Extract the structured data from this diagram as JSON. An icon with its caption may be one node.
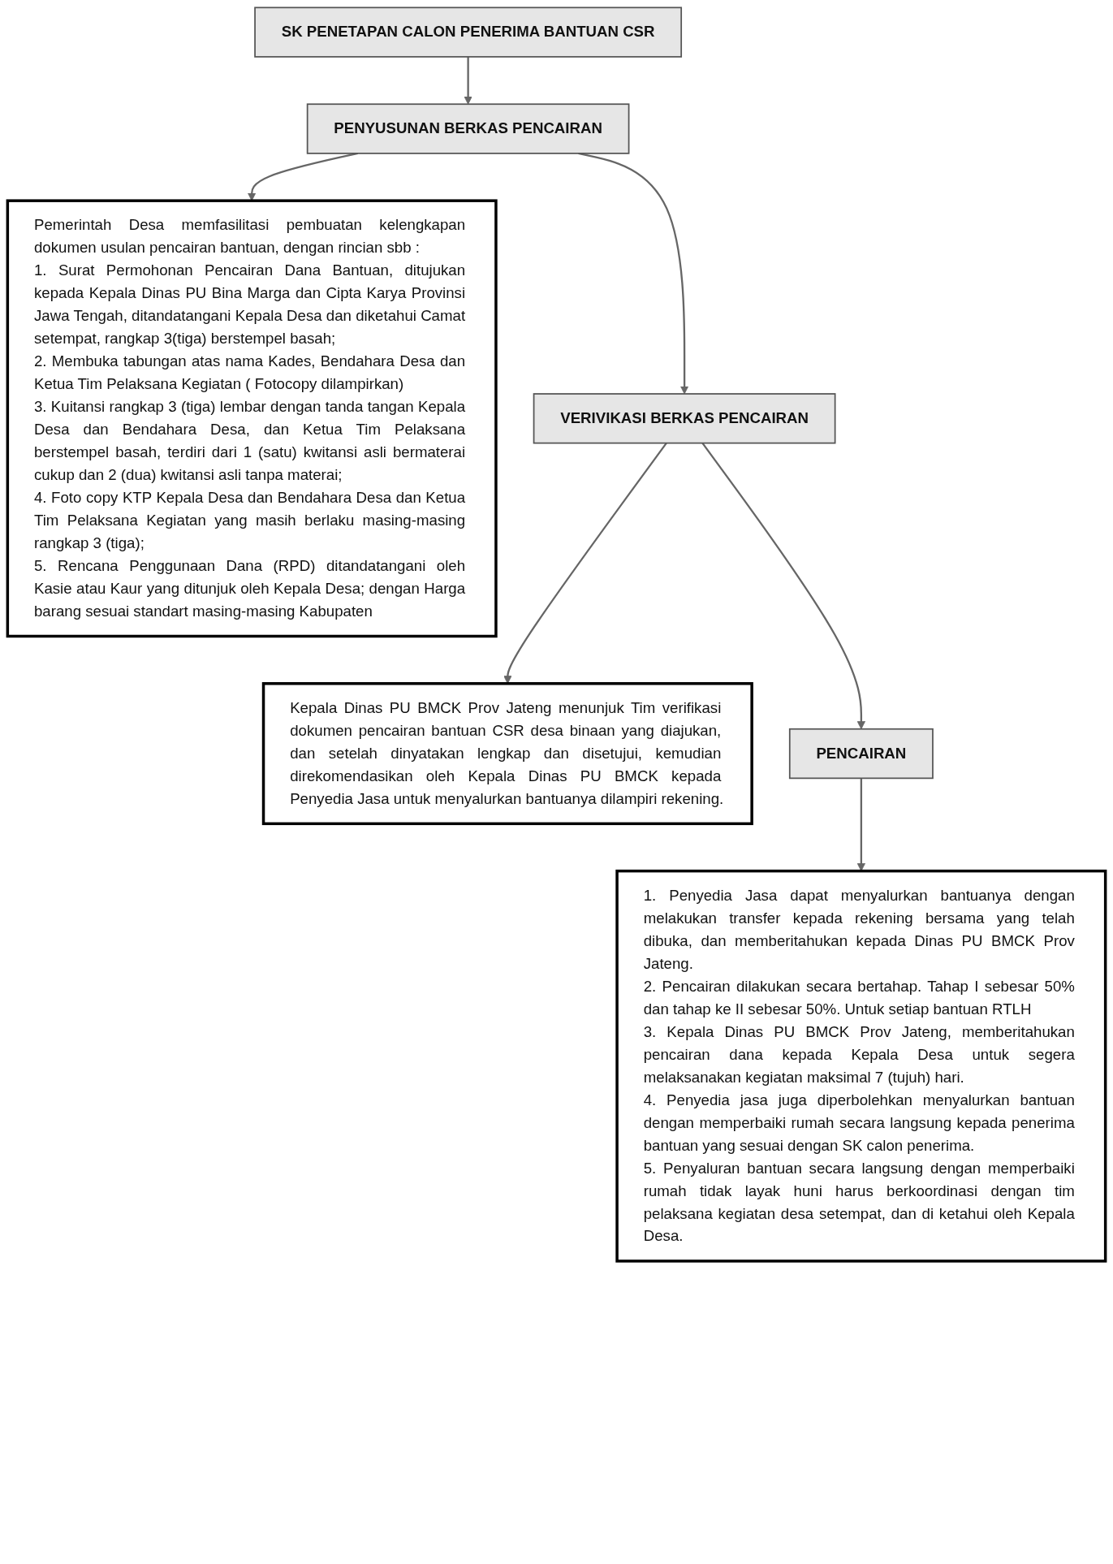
{
  "diagram": {
    "nodes": [
      {
        "text": [
          "SK PENETAPAN CALON PENERIMA BANTUAN CSR"
        ]
      },
      {
        "text": [
          "PENYUSUNAN BERKAS PENCAIRAN"
        ]
      },
      {
        "text": [
          "Pemerintah Desa memfasilitasi pembuatan kelengkapan dokumen usulan pencairan bantuan, dengan rincian sbb :",
          "1. Surat Permohonan Pencairan Dana Bantuan, ditujukan kepada Kepala Dinas PU Bina Marga dan Cipta Karya Provinsi Jawa Tengah, ditandatangani Kepala Desa dan diketahui Camat setempat, rangkap 3(tiga) berstempel basah;",
          "2. Membuka tabungan atas nama Kades, Bendahara Desa dan Ketua Tim Pelaksana Kegiatan ( Fotocopy dilampirkan)",
          "3. Kuitansi rangkap 3 (tiga) lembar dengan tanda tangan Kepala Desa dan Bendahara Desa, dan Ketua Tim Pelaksana berstempel basah, terdiri dari 1 (satu) kwitansi asli bermaterai cukup dan 2 (dua) kwitansi asli tanpa materai;",
          "4. Foto copy KTP Kepala Desa dan Bendahara Desa dan Ketua Tim Pelaksana Kegiatan yang masih berlaku masing-masing rangkap 3 (tiga);",
          "5. Rencana Penggunaan Dana (RPD) ditandatangani oleh Kasie atau Kaur yang ditunjuk oleh Kepala Desa; dengan Harga barang sesuai standart masing-masing Kabupaten"
        ]
      },
      {
        "text": [
          "VERIVIKASI BERKAS PENCAIRAN"
        ]
      },
      {
        "text": [
          "Kepala Dinas PU BMCK Prov Jateng menunjuk Tim verifikasi dokumen pencairan bantuan CSR desa binaan yang diajukan, dan setelah dinyatakan lengkap dan disetujui, kemudian direkomendasikan oleh Kepala Dinas PU BMCK kepada Penyedia Jasa untuk menyalurkan bantuanya dilampiri rekening."
        ]
      },
      {
        "text": [
          "PENCAIRAN"
        ]
      },
      {
        "text": [
          "1. Penyedia Jasa dapat menyalurkan bantuanya dengan melakukan transfer kepada rekening bersama yang telah dibuka, dan memberitahukan kepada Dinas PU BMCK Prov Jateng.",
          "2. Pencairan dilakukan secara bertahap. Tahap I sebesar 50% dan tahap ke II sebesar 50%. Untuk setiap bantuan RTLH",
          "3. Kepala Dinas PU BMCK Prov Jateng, memberitahukan pencairan dana kepada Kepala Desa untuk segera melaksanakan kegiatan maksimal 7 (tujuh) hari.",
          "4. Penyedia jasa juga diperbolehkan menyalurkan bantuan dengan memperbaiki rumah secara langsung kepada penerima bantuan yang sesuai dengan SK calon penerima.",
          "5. Penyaluran bantuan secara langsung dengan memperbaiki rumah tidak layak huni harus berkoordinasi dengan tim pelaksana kegiatan desa setempat, dan di ketahui oleh Kepala Desa."
        ]
      }
    ],
    "edges": [
      {
        "from": 0,
        "to": 1,
        "arrow": "to"
      },
      {
        "from": 1,
        "to": 2,
        "arrow": "to"
      },
      {
        "from": 1,
        "to": 3,
        "arrow": "to"
      },
      {
        "from": 3,
        "to": 4,
        "arrow": "to"
      },
      {
        "from": 3,
        "to": 5,
        "arrow": "to"
      },
      {
        "from": 5,
        "to": 6,
        "arrow": "to"
      }
    ]
  }
}
